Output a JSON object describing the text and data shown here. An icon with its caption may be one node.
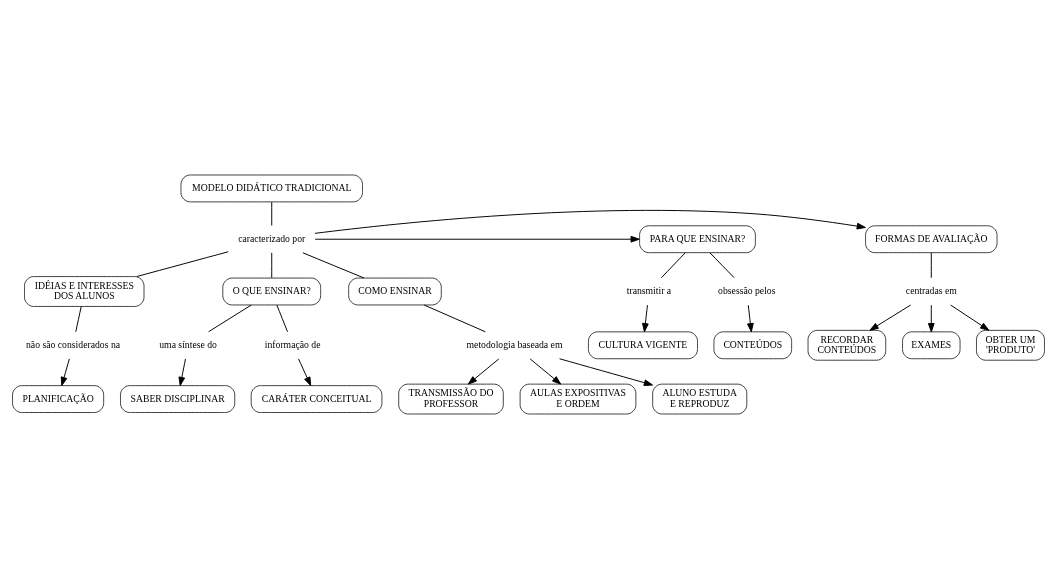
{
  "diagram": {
    "nodes": [
      {
        "text": [
          "MODELO DIDÁTICO TRADICIONAL"
        ]
      },
      {
        "text": [
          "caracterizado por"
        ]
      },
      {
        "text": [
          "PARA QUE ENSINAR?"
        ]
      },
      {
        "text": [
          "FORMAS DE AVALIAÇÃO"
        ]
      },
      {
        "text": [
          "transmitir a"
        ]
      },
      {
        "text": [
          "obsessão pelos"
        ]
      },
      {
        "text": [
          "CULTURA VIGENTE"
        ]
      },
      {
        "text": [
          "CONTEÚDOS"
        ]
      },
      {
        "text": [
          "centradas em"
        ]
      },
      {
        "text": [
          "RECORDAR CONTEÚDOS"
        ]
      },
      {
        "text": [
          "EXAMES"
        ]
      },
      {
        "text": [
          "OBTER UM 'PRODUTO'"
        ]
      },
      {
        "text": [
          "IDÉIAS E INTERESSES DOS ALUNOS"
        ]
      },
      {
        "text": [
          "O QUE ENSINAR?"
        ]
      },
      {
        "text": [
          "COMO ENSINAR"
        ]
      },
      {
        "text": [
          "não são considerados na"
        ]
      },
      {
        "text": [
          "PLANIFICAÇÃO"
        ]
      },
      {
        "text": [
          "uma síntese do"
        ]
      },
      {
        "text": [
          "informação de"
        ]
      },
      {
        "text": [
          "SABER DISCIPLINAR"
        ]
      },
      {
        "text": [
          "CARÁTER CONCEITUAL"
        ]
      },
      {
        "text": [
          "metodologia baseada em"
        ]
      },
      {
        "text": [
          "TRANSMISSÃO DO PROFESSOR"
        ]
      },
      {
        "text": [
          "AULAS EXPOSITIVAS E ORDEM"
        ]
      },
      {
        "text": [
          "ALUNO ESTUDA E REPRODUZ"
        ]
      }
    ],
    "edges": [
      {
        "from": 0,
        "to": 1,
        "arrow": "none"
      },
      {
        "from": 1,
        "to": 2,
        "arrow": "to"
      },
      {
        "from": 1,
        "to": 3,
        "arrow": "to"
      },
      {
        "from": 1,
        "to": 13,
        "arrow": "none"
      },
      {
        "from": 1,
        "to": 12,
        "arrow": "none"
      },
      {
        "from": 1,
        "to": 14,
        "arrow": "none"
      },
      {
        "from": 2,
        "to": 4,
        "arrow": "none"
      },
      {
        "from": 2,
        "to": 5,
        "arrow": "none"
      },
      {
        "from": 4,
        "to": 6,
        "arrow": "to"
      },
      {
        "from": 5,
        "to": 7,
        "arrow": "to"
      },
      {
        "from": 3,
        "to": 8,
        "arrow": "none"
      },
      {
        "from": 8,
        "to": 9,
        "arrow": "to"
      },
      {
        "from": 8,
        "to": 11,
        "arrow": "to"
      },
      {
        "from": 8,
        "to": 10,
        "arrow": "to"
      },
      {
        "from": 12,
        "to": 15,
        "arrow": "none"
      },
      {
        "from": 15,
        "to": 16,
        "arrow": "to"
      },
      {
        "from": 13,
        "to": 17,
        "arrow": "none"
      },
      {
        "from": 13,
        "to": 18,
        "arrow": "none"
      },
      {
        "from": 17,
        "to": 19,
        "arrow": "to"
      },
      {
        "from": 18,
        "to": 20,
        "arrow": "to"
      },
      {
        "from": 14,
        "to": 21,
        "arrow": "none"
      },
      {
        "from": 21,
        "to": 22,
        "arrow": "to"
      },
      {
        "from": 21,
        "to": 23,
        "arrow": "to"
      },
      {
        "from": 21,
        "to": 24,
        "arrow": "to"
      }
    ]
  }
}
